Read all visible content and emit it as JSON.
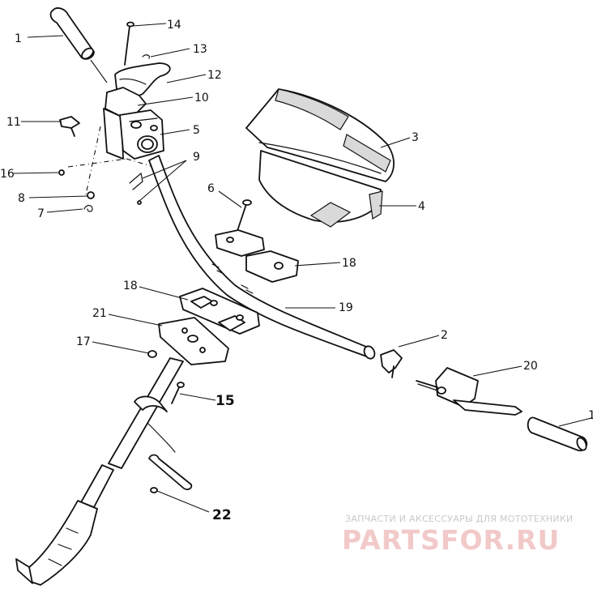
{
  "diagram": {
    "callouts": [
      {
        "id": "1a",
        "label": "1"
      },
      {
        "id": "14",
        "label": "14"
      },
      {
        "id": "13",
        "label": "13"
      },
      {
        "id": "12",
        "label": "12"
      },
      {
        "id": "10",
        "label": "10"
      },
      {
        "id": "11",
        "label": "11"
      },
      {
        "id": "5",
        "label": "5"
      },
      {
        "id": "9",
        "label": "9"
      },
      {
        "id": "16",
        "label": "16"
      },
      {
        "id": "8",
        "label": "8"
      },
      {
        "id": "7",
        "label": "7"
      },
      {
        "id": "6",
        "label": "6"
      },
      {
        "id": "3",
        "label": "3"
      },
      {
        "id": "4",
        "label": "4"
      },
      {
        "id": "18a",
        "label": "18"
      },
      {
        "id": "18b",
        "label": "18"
      },
      {
        "id": "19",
        "label": "19"
      },
      {
        "id": "21",
        "label": "21"
      },
      {
        "id": "17",
        "label": "17"
      },
      {
        "id": "2",
        "label": "2"
      },
      {
        "id": "20",
        "label": "20"
      },
      {
        "id": "1b",
        "label": "1"
      },
      {
        "id": "15",
        "label": "15"
      },
      {
        "id": "22",
        "label": "22"
      }
    ]
  },
  "watermark": {
    "tagline": "ЗАПЧАСТИ И АКСЕССУАРЫ ДЛЯ МОТОТЕХНИКИ",
    "brand": "PARTSFOR.RU",
    "color": "#e8a5a5"
  }
}
